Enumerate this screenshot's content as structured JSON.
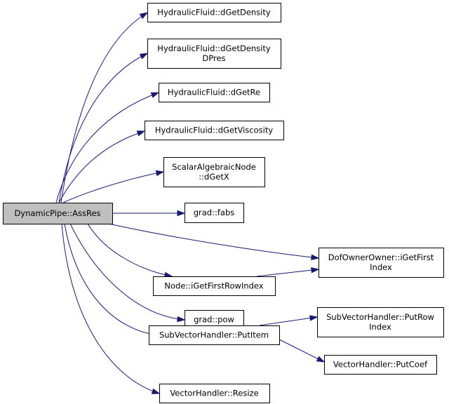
{
  "graph": {
    "nodes": [
      {
        "id": "root",
        "lines": [
          "DynamicPipe::AssRes"
        ],
        "root": true
      },
      {
        "id": "dgetdensity",
        "lines": [
          "HydraulicFluid::dGetDensity"
        ]
      },
      {
        "id": "dgetdensitydpres",
        "lines": [
          "HydraulicFluid::dGetDensity",
          "DPres"
        ]
      },
      {
        "id": "dgetre",
        "lines": [
          "HydraulicFluid::dGetRe"
        ]
      },
      {
        "id": "dgetviscosity",
        "lines": [
          "HydraulicFluid::dGetViscosity"
        ]
      },
      {
        "id": "dgetx",
        "lines": [
          "ScalarAlgebraicNode",
          "::dGetX"
        ]
      },
      {
        "id": "fabs",
        "lines": [
          "grad::fabs"
        ]
      },
      {
        "id": "igetfirstindex",
        "lines": [
          "DofOwnerOwner::iGetFirst",
          "Index"
        ]
      },
      {
        "id": "igetfirstrowindex",
        "lines": [
          "Node::iGetFirstRowIndex"
        ]
      },
      {
        "id": "pow",
        "lines": [
          "grad::pow"
        ]
      },
      {
        "id": "putitem",
        "lines": [
          "SubVectorHandler::PutItem"
        ]
      },
      {
        "id": "putrowindex",
        "lines": [
          "SubVectorHandler::PutRow",
          "Index"
        ]
      },
      {
        "id": "putcoef",
        "lines": [
          "VectorHandler::PutCoef"
        ]
      },
      {
        "id": "resize",
        "lines": [
          "VectorHandler::Resize"
        ]
      }
    ],
    "edges": [
      {
        "from": "root",
        "to": "dgetdensity"
      },
      {
        "from": "root",
        "to": "dgetdensitydpres"
      },
      {
        "from": "root",
        "to": "dgetre"
      },
      {
        "from": "root",
        "to": "dgetviscosity"
      },
      {
        "from": "root",
        "to": "dgetx"
      },
      {
        "from": "root",
        "to": "fabs"
      },
      {
        "from": "root",
        "to": "igetfirstindex"
      },
      {
        "from": "root",
        "to": "igetfirstrowindex"
      },
      {
        "from": "root",
        "to": "pow"
      },
      {
        "from": "root",
        "to": "putitem"
      },
      {
        "from": "root",
        "to": "resize"
      },
      {
        "from": "igetfirstrowindex",
        "to": "igetfirstindex"
      },
      {
        "from": "putitem",
        "to": "putrowindex"
      },
      {
        "from": "putitem",
        "to": "putcoef"
      }
    ],
    "colors": {
      "edge": "#191970",
      "root_fill": "#bfbfbf",
      "node_fill": "#ffffff",
      "node_border": "#000000"
    }
  }
}
